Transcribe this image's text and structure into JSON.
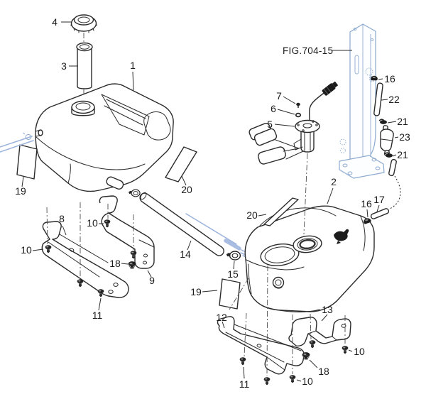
{
  "figure": {
    "reference": "FIG.704-15",
    "parts": {
      "p1": "1",
      "p2": "2",
      "p3": "3",
      "p4": "4",
      "p5": "5",
      "p6": "6",
      "p7": "7",
      "p8": "8",
      "p9": "9",
      "p10": "10",
      "p11": "11",
      "p12": "12",
      "p13": "13",
      "p14": "14",
      "p15": "15",
      "p16": "16",
      "p17": "17",
      "p18": "18",
      "p19": "19",
      "p20": "20",
      "p21": "21",
      "p22": "22",
      "p23": "23"
    }
  },
  "colors": {
    "ink": "#2b2b2b",
    "highlight_blue": "#9bb2dc",
    "background": "#ffffff"
  }
}
